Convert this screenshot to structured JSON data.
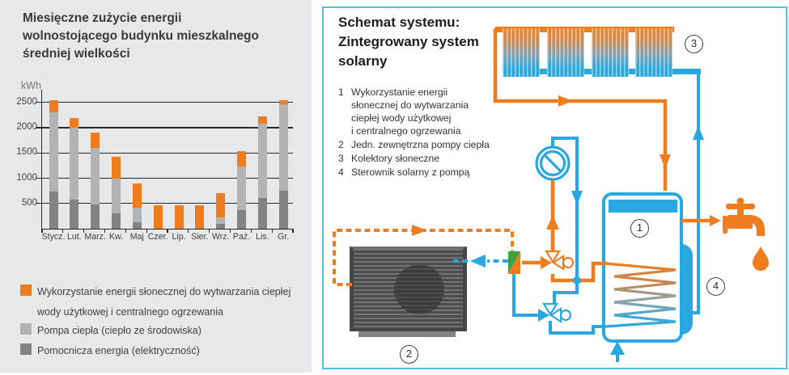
{
  "left_panel": {
    "title": "Miesięczne zużycie energii\nwolnostojącego budynku mieszkalnego\nśredniej wielkości",
    "unit_label": "kWh",
    "background": "#e7e8e9",
    "legend": [
      {
        "label": "Wykorzystanie energii słonecznej do wytwarzania ciepłej\nwody użytkowej i centralnego ogrzewania",
        "color": "#ef7d20"
      },
      {
        "label": "Pompa ciepła (ciepło ze środowiska)",
        "color": "#b1b3b5"
      },
      {
        "label": "Pomocnicza energia (elektryczność)",
        "color": "#808285"
      }
    ]
  },
  "chart_data": {
    "type": "bar",
    "stacked": true,
    "title": "Miesięczne zużycie energii wolnostojącego budynku mieszkalnego średniej wielkości",
    "xlabel": "",
    "ylabel": "kWh",
    "categories": [
      "Stycz.",
      "Lut.",
      "Marz.",
      "Kw.",
      "Maj",
      "Czer.",
      "Lip.",
      "Sier.",
      "Wrz.",
      "Paź.",
      "Lis.",
      "Gr."
    ],
    "series": [
      {
        "name": "Pomocnicza energia (elektryczność)",
        "color": "#808285",
        "values": [
          730,
          580,
          480,
          300,
          130,
          0,
          0,
          0,
          100,
          370,
          610,
          750
        ]
      },
      {
        "name": "Pompa ciepła (ciepło ze środowiska)",
        "color": "#b1b3b5",
        "values": [
          1570,
          1420,
          1120,
          700,
          290,
          0,
          0,
          0,
          130,
          860,
          1470,
          1720
        ]
      },
      {
        "name": "Wykorzystanie energii słonecznej do wytwarzania ciepłej wody użytkowej i centralnego ogrzewania",
        "color": "#ef7d20",
        "values": [
          250,
          200,
          300,
          430,
          470,
          460,
          460,
          460,
          470,
          300,
          140,
          80
        ]
      }
    ],
    "yticks": [
      500,
      1000,
      1500,
      2000,
      2500
    ],
    "ylim": [
      0,
      2690
    ],
    "grid": true,
    "legend_position": "bottom"
  },
  "right_panel": {
    "title": "Schemat systemu:\nZintegrowany system\nsolarny",
    "items": [
      {
        "num": "1",
        "text": "Wykorzystanie energii\nsłonecznej do wytwarzania\nciepłej wody użytkowej\ni centralnego ogrzewania"
      },
      {
        "num": "2",
        "text": "Jedn. zewnętrzna pompy ciepła"
      },
      {
        "num": "3",
        "text": "Kolektory słoneczne"
      },
      {
        "num": "4",
        "text": "Sterownik solarny z pompą"
      }
    ],
    "markers": [
      {
        "label": "1",
        "meaning": "zasobnik solarny"
      },
      {
        "label": "2",
        "meaning": "jednostka zewnętrzna pompy ciepła"
      },
      {
        "label": "3",
        "meaning": "kolektory słoneczne"
      },
      {
        "label": "4",
        "meaning": "sterownik solarny z pompą"
      }
    ],
    "colors": {
      "pipe_hot": "#ef7d20",
      "pipe_cold": "#29a8df",
      "panel_border": "#4fc0e8",
      "exchanger_green": "#3da148"
    }
  }
}
